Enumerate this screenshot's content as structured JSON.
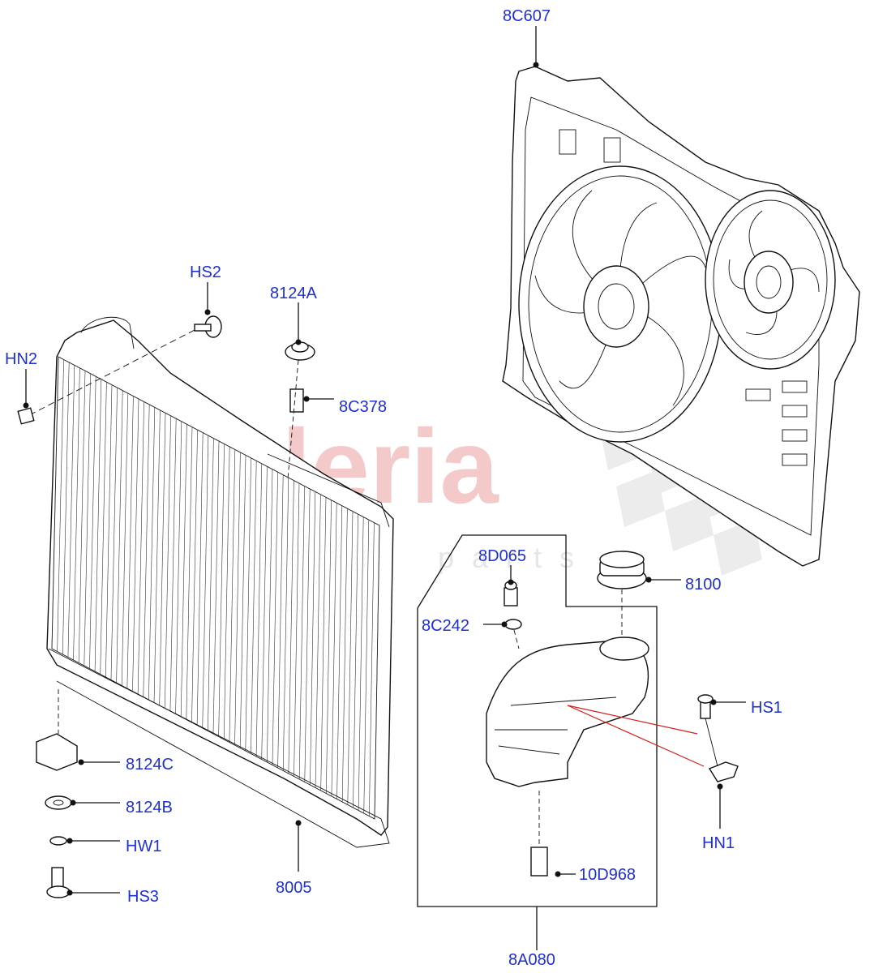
{
  "watermark": {
    "text": "scuderia",
    "subtext": "parts"
  },
  "callouts": {
    "c_8C607": "8C607",
    "c_HS2": "HS2",
    "c_8124A": "8124A",
    "c_HN2": "HN2",
    "c_8C378": "8C378",
    "c_8D065": "8D065",
    "c_8100": "8100",
    "c_8C242": "8C242",
    "c_HS1": "HS1",
    "c_8124C": "8124C",
    "c_8124B": "8124B",
    "c_HW1": "HW1",
    "c_HN1": "HN1",
    "c_HS3": "HS3",
    "c_8005": "8005",
    "c_10D968": "10D968",
    "c_8A080": "8A080"
  },
  "colors": {
    "callout_text": "#1f2fd6",
    "leader": "#111111",
    "highlight_line": "#d22020"
  }
}
